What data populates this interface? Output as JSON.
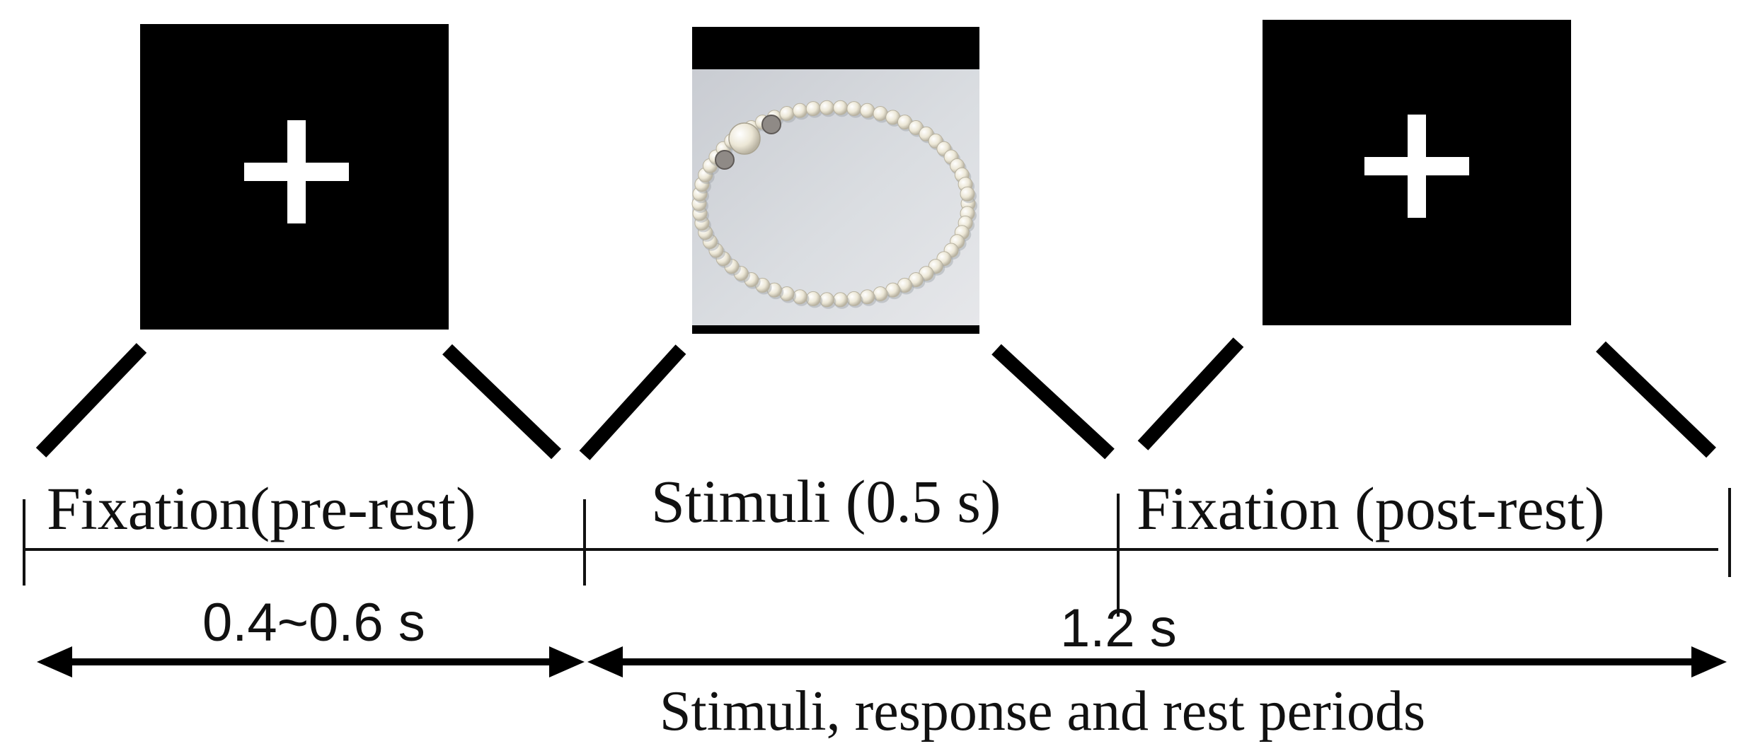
{
  "panels": [
    {
      "id": "pre-fixation",
      "content": "fixation-cross"
    },
    {
      "id": "stimulus",
      "content": "pearl-bracelet-image"
    },
    {
      "id": "post-fixation",
      "content": "fixation-cross"
    }
  ],
  "phases": {
    "pre_rest": "Fixation(pre-rest)",
    "stimuli": "Stimuli (0.5 s)",
    "post_rest": "Fixation (post-rest)"
  },
  "durations": {
    "pre_rest": "0.4~0.6 s",
    "trial": "1.2 s",
    "trial_caption": "Stimuli, response and rest periods"
  },
  "colors": {
    "screen": "#000000",
    "cross": "#ffffff",
    "line": "#111111",
    "photo_background": "#d8dade",
    "pearl": "#ece7d6"
  },
  "icons": {
    "cross": "fixation-cross-icon",
    "arrow": "double-headed-arrow"
  }
}
